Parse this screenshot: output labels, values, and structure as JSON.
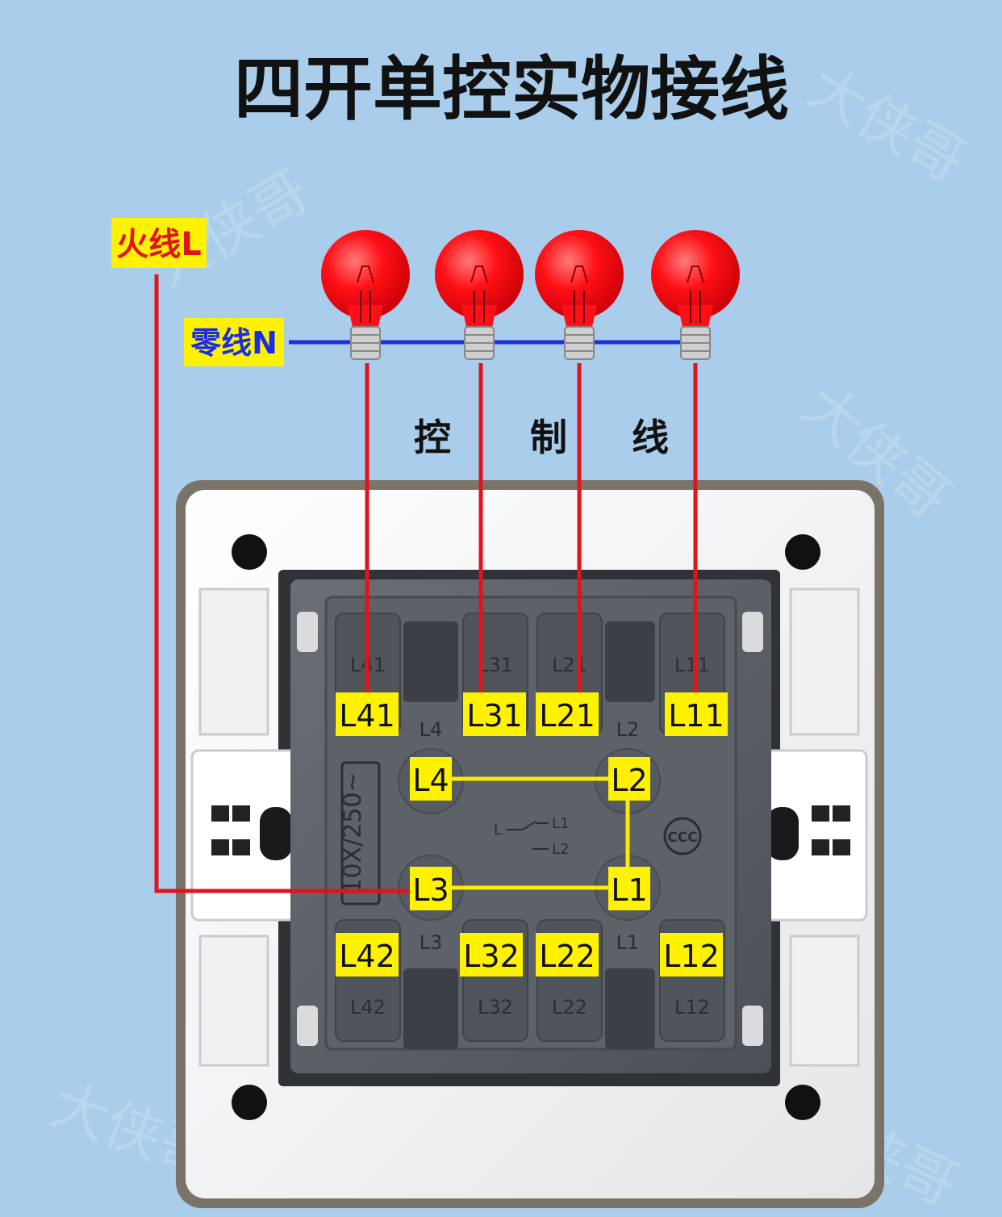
{
  "title": "四开单控实物接线",
  "live_wire": "火线L",
  "neutral_wire": "零线N",
  "control_chars": [
    "控",
    "制",
    "线"
  ],
  "top_terminals": [
    "L41",
    "L31",
    "L21",
    "L11"
  ],
  "bottom_terminals": [
    "L42",
    "L32",
    "L22",
    "L12"
  ],
  "common_terminals": {
    "tl": "L4",
    "tr": "L2",
    "bl": "L3",
    "br": "L1"
  },
  "embossed": {
    "top": [
      "L41",
      "L31",
      "L21",
      "L11"
    ],
    "mid_top": [
      "L4",
      "L2"
    ],
    "mid_bottom": [
      "L3",
      "L1"
    ],
    "bottom": [
      "L42",
      "L32",
      "L22",
      "L12"
    ],
    "rating": "10X/250~",
    "schematic": [
      "L",
      "L1",
      "L2"
    ],
    "mark": "CCC"
  },
  "watermark": "大侠哥",
  "colors": {
    "background": "#a9cdea",
    "live": "#e0141c",
    "neutral": "#1a2ee8",
    "bridge": "#ffeb00",
    "tag_bg": "#fff200",
    "bulb": "#ff0b10",
    "module": "#5b5f66",
    "frame": "#f5f6f6"
  },
  "icons": [
    "light-bulb-icon",
    "screw-hole-icon"
  ]
}
